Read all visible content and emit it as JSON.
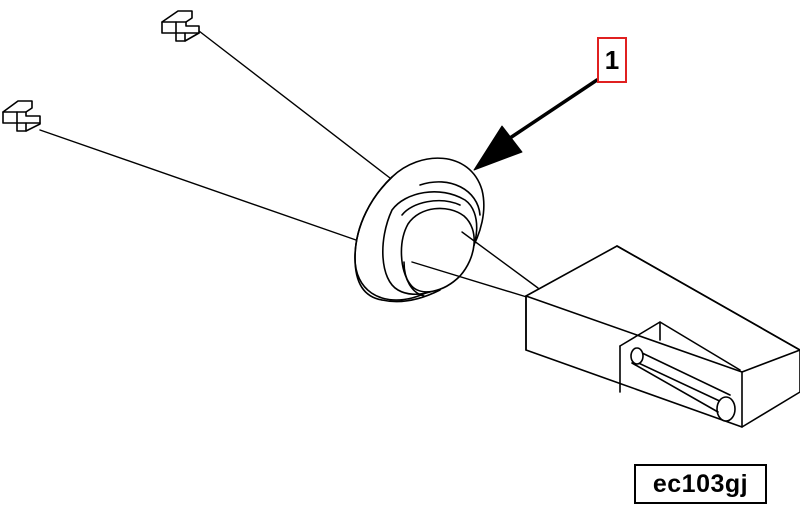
{
  "callout": {
    "label": "1",
    "border_color": "#e02020"
  },
  "figure_id": "ec103gj",
  "parts": [
    {
      "name": "connector-upper"
    },
    {
      "name": "connector-lower"
    },
    {
      "name": "sensor-disc"
    },
    {
      "name": "housing-block"
    },
    {
      "name": "shaft"
    }
  ]
}
